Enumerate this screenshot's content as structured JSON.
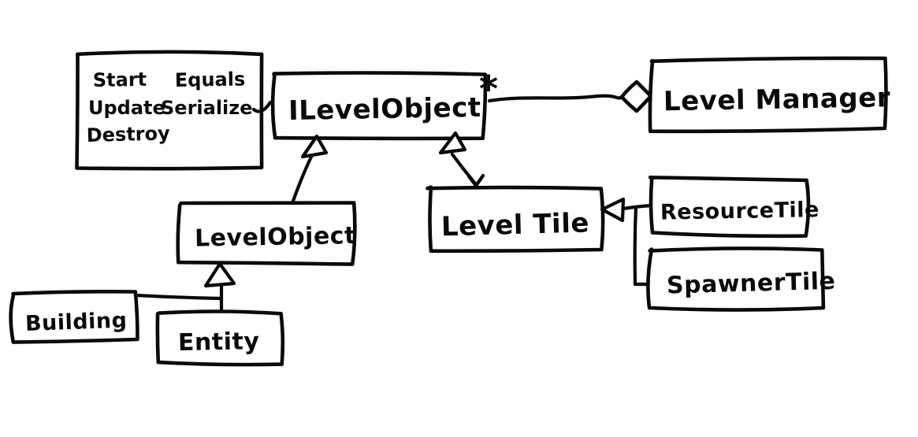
{
  "diagram": {
    "background_color": "#ffffff",
    "ink_color": "#0a0a0a",
    "nodes": {
      "ilevelobject": {
        "label": "ILevelObject"
      },
      "levelmanager": {
        "label": "Level Manager"
      },
      "levelobject": {
        "label": "LevelObject"
      },
      "leveltile": {
        "label": "Level Tile"
      },
      "resourcetile": {
        "label": "ResourceTile"
      },
      "spawnertile": {
        "label": "SpawnerTile"
      },
      "building": {
        "label": "Building"
      },
      "entity": {
        "label": "Entity"
      },
      "methods_note": {
        "items": [
          "Start",
          "Equals",
          "Update",
          "Serialize",
          "Destroy"
        ]
      }
    },
    "annotations": {
      "multiplicity": "*"
    },
    "relationships": [
      {
        "from": "ILevelObject",
        "to": "LevelManager",
        "type": "aggregation",
        "multiplicity": "*"
      },
      {
        "from": "LevelObject",
        "to": "ILevelObject",
        "type": "inheritance"
      },
      {
        "from": "LevelTile",
        "to": "ILevelObject",
        "type": "inheritance"
      },
      {
        "from": "ResourceTile",
        "to": "LevelTile",
        "type": "inheritance"
      },
      {
        "from": "SpawnerTile",
        "to": "LevelTile",
        "type": "inheritance"
      },
      {
        "from": "Building",
        "to": "LevelObject",
        "type": "inheritance"
      },
      {
        "from": "Entity",
        "to": "LevelObject",
        "type": "inheritance"
      },
      {
        "from": "methods note",
        "to": "ILevelObject",
        "type": "note-attachment"
      }
    ]
  }
}
